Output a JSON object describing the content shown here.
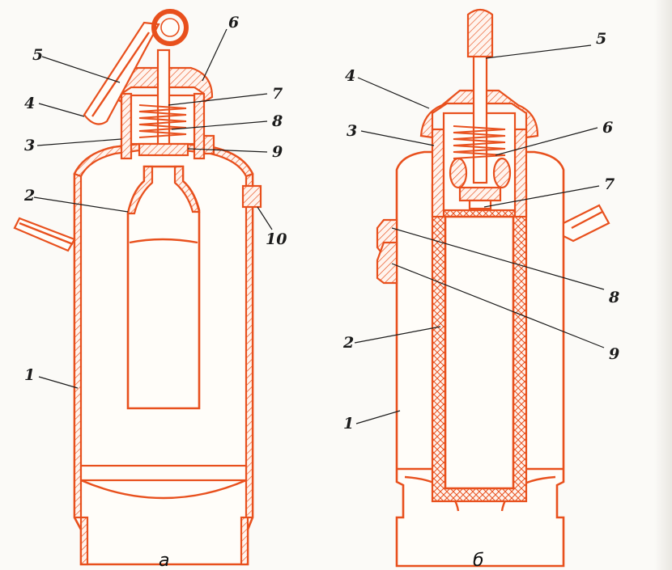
{
  "figures": [
    {
      "id": "a",
      "caption": "а",
      "labels": [
        "1",
        "2",
        "3",
        "4",
        "5",
        "6",
        "7",
        "8",
        "9",
        "10"
      ]
    },
    {
      "id": "b",
      "caption": "б",
      "labels": [
        "1",
        "2",
        "3",
        "4",
        "5",
        "6",
        "7",
        "8",
        "9"
      ]
    }
  ],
  "colors": {
    "drawing": "#e8501d",
    "text": "#1b1b1b",
    "paper": "#fbfaf7"
  }
}
